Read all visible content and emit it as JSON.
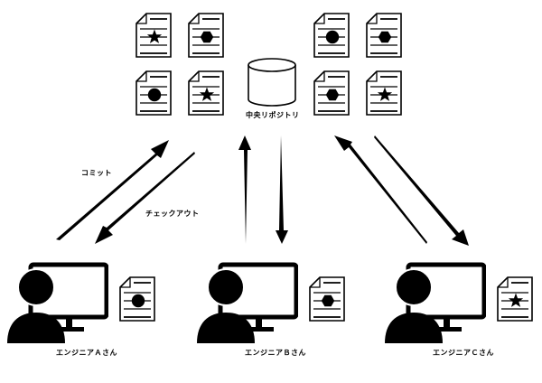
{
  "repository": {
    "label": "中央リポジトリ",
    "icon": "database-cylinder-icon",
    "documents": [
      {
        "symbol": "star"
      },
      {
        "symbol": "hexagon"
      },
      {
        "symbol": "circle"
      },
      {
        "symbol": "star"
      },
      {
        "symbol": "circle"
      },
      {
        "symbol": "hexagon"
      },
      {
        "symbol": "hexagon"
      },
      {
        "symbol": "star"
      }
    ]
  },
  "actions": {
    "commit": "コミット",
    "checkout": "チェックアウト"
  },
  "engineers": [
    {
      "name": "エンジニアＡさん",
      "document_symbol": "circle"
    },
    {
      "name": "エンジニアＢさん",
      "document_symbol": "hexagon"
    },
    {
      "name": "エンジニアＣさん",
      "document_symbol": "star"
    }
  ],
  "colors": {
    "foreground": "#000000",
    "background": "#ffffff"
  }
}
